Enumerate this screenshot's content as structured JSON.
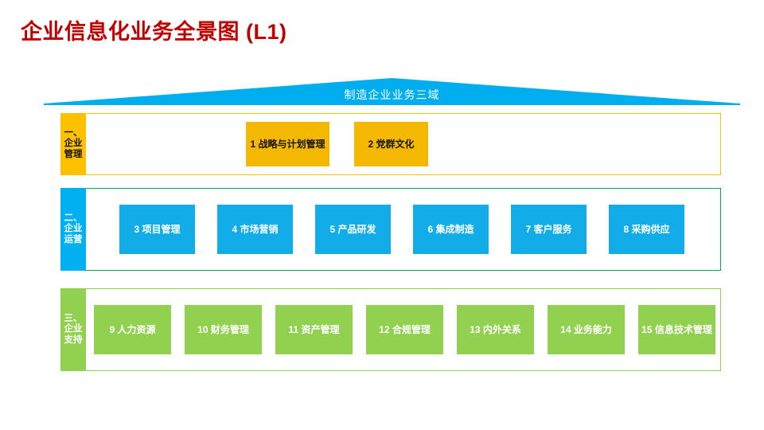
{
  "page": {
    "title": "企业信息化业务全景图 (L1)",
    "title_color": "#C00000",
    "background": "#FFFFFF"
  },
  "roof": {
    "label": "制造企业业务三域",
    "color": "#00AEEF",
    "text_color": "#FFFFFF",
    "icon": "chevron-roof-shape"
  },
  "rows": [
    {
      "id": "management",
      "sidebar_label": "一、企业管理",
      "sidebar_color": "#FFC000",
      "sidebar_text_color": "#141414",
      "border_color": "#FFC000",
      "cell_color": "#F5B800",
      "cell_text_color": "#141414",
      "cells": [
        {
          "num": "1",
          "label": "1 战略与计划管理"
        },
        {
          "num": "2",
          "label": "2 党群文化"
        }
      ]
    },
    {
      "id": "operations",
      "sidebar_label": "二、企业运营",
      "sidebar_color": "#00B0F0",
      "sidebar_text_color": "#FFFFFF",
      "border_color": "#00A651",
      "cell_color": "#12ADE8",
      "cell_text_color": "#FFFFFF",
      "cells": [
        {
          "num": "3",
          "label": "3 项目管理"
        },
        {
          "num": "4",
          "label": "4 市场营销"
        },
        {
          "num": "5",
          "label": "5 产品研发"
        },
        {
          "num": "6",
          "label": "6 集成制造"
        },
        {
          "num": "7",
          "label": "7 客户服务"
        },
        {
          "num": "8",
          "label": "8 采购供应"
        }
      ]
    },
    {
      "id": "support",
      "sidebar_label": "三、企业支持",
      "sidebar_color": "#92D050",
      "sidebar_text_color": "#FFFFFF",
      "border_color": "#92D050",
      "cell_color": "#92D050",
      "cell_text_color": "#FFFFFF",
      "cells": [
        {
          "num": "9",
          "label": "9 人力资源"
        },
        {
          "num": "10",
          "label": "10 财务管理"
        },
        {
          "num": "11",
          "label": "11 资产管理"
        },
        {
          "num": "12",
          "label": "12 合规管理"
        },
        {
          "num": "13",
          "label": "13 内外关系"
        },
        {
          "num": "14",
          "label": "14 业务能力"
        },
        {
          "num": "15",
          "label": "15 信息技术管理"
        }
      ]
    }
  ]
}
